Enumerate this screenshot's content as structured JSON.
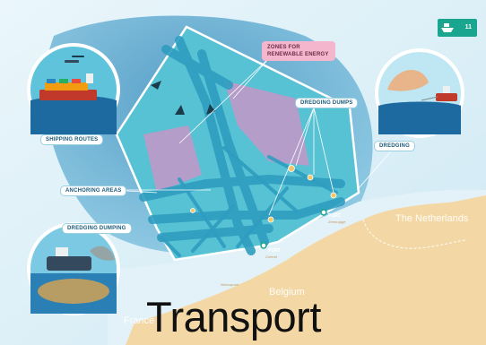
{
  "title": "Transport",
  "page_number": "11",
  "countries": {
    "netherlands": "The Netherlands",
    "belgium": "Belgium",
    "france": "France"
  },
  "ports": {
    "zeebrugge": {
      "label": "PORT",
      "name": "Zeebrugge"
    },
    "ostend": {
      "label": "PORT",
      "name": "Ostend"
    }
  },
  "towns": {
    "nieuwpoort": "Nieuwpoort"
  },
  "callouts": {
    "renewable_energy": "Zones for renewable energy",
    "dredging_dumps": "Dredging dumps",
    "shipping_routes": "Shipping routes",
    "dredging": "Dredging",
    "anchoring_areas": "Anchoring areas",
    "dredging_dumping": "Dredging dumping"
  },
  "colors": {
    "sea_light": "#c9e6f2",
    "sea_deep": "#2c8fc1",
    "zone_fill": "#56c2d4",
    "land": "#f3d8a6",
    "renewable_zone": "#c596c8",
    "shipping_lane": "#2f9dc0",
    "accent_teal": "#1aa58f"
  },
  "icons": [
    "ship-icon",
    "arrow-icon"
  ]
}
